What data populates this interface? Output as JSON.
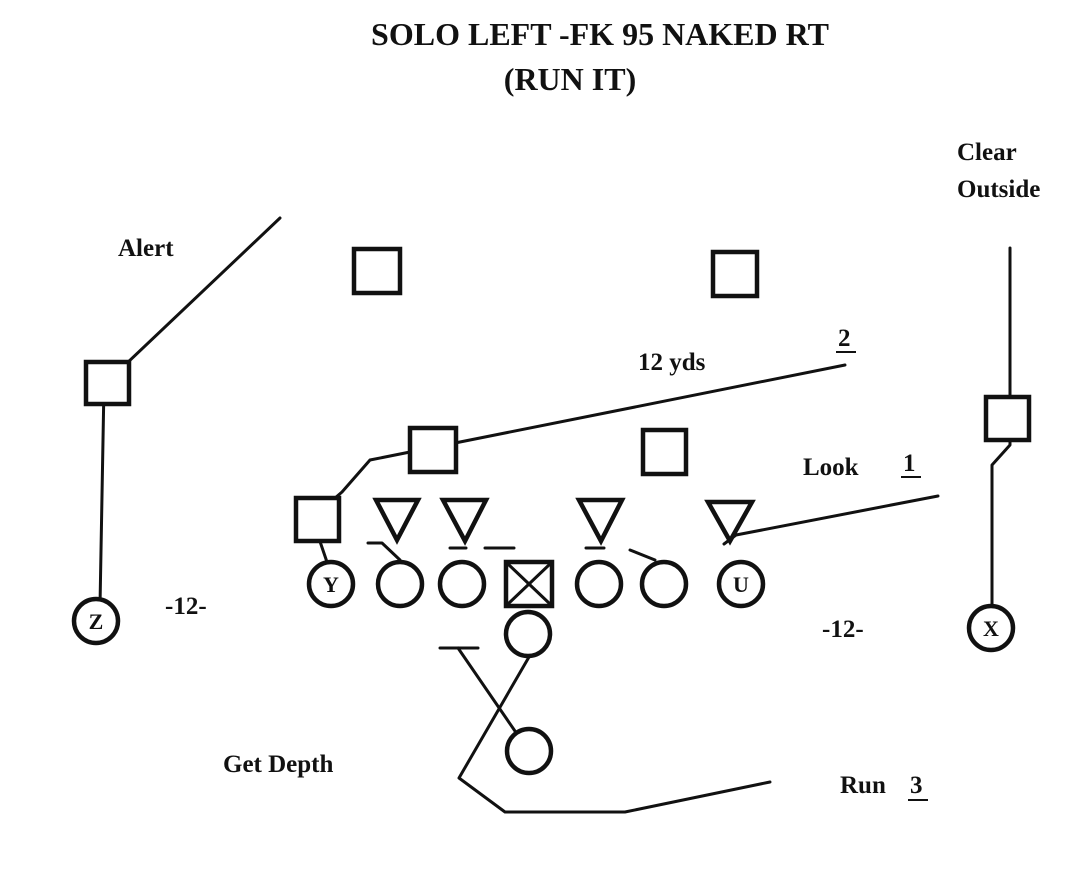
{
  "title": {
    "line1": "SOLO LEFT -FK 95 NAKED RT",
    "line2": "(RUN IT)"
  },
  "annotations": {
    "alert": "Alert",
    "clear_line1": "Clear",
    "clear_line2": "Outside",
    "yds": "12 yds",
    "look": "Look",
    "look_num": "1",
    "route2_num": "2",
    "split_left": "-12-",
    "split_right": "-12-",
    "get_depth": "Get Depth",
    "run": "Run",
    "run_num": "3"
  },
  "players": {
    "z": "Z",
    "y": "Y",
    "u": "U",
    "x": "X"
  },
  "colors": {
    "ink": "#111111",
    "paper": "#ffffff"
  }
}
